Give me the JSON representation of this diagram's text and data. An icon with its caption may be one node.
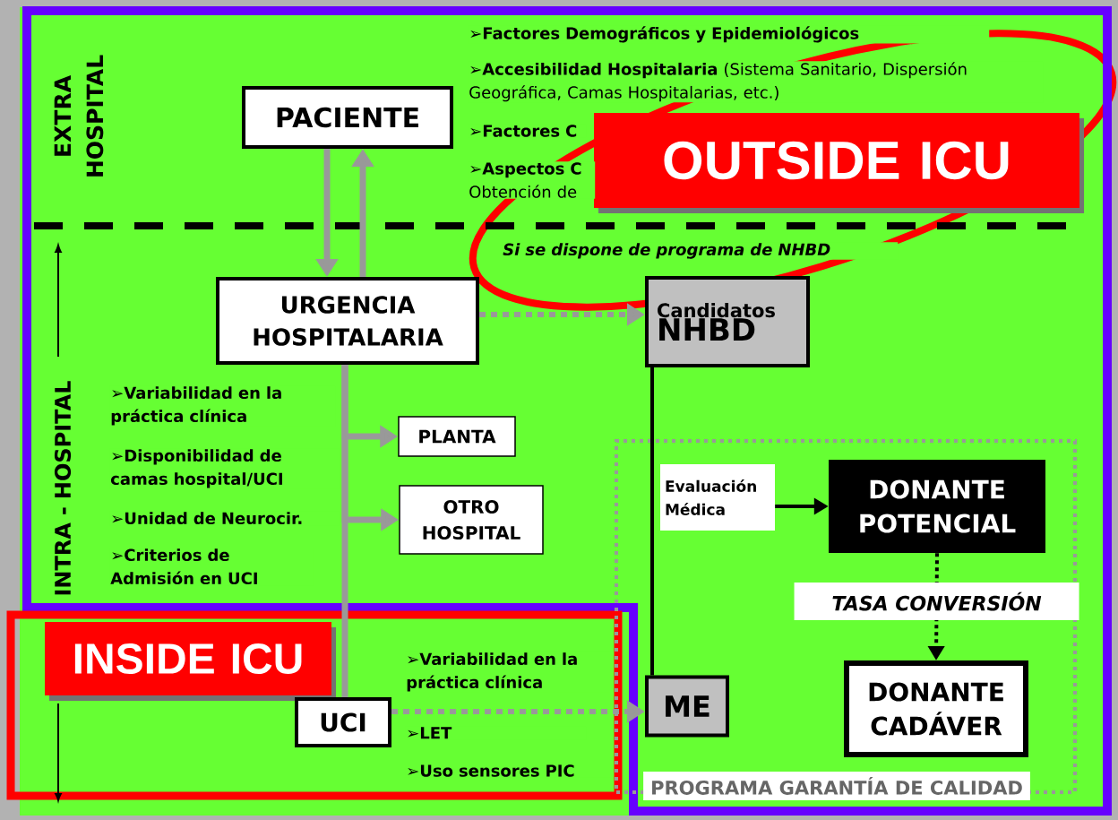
{
  "diagram": {
    "nodes": [
      {
        "text": [
          "PACIENTE"
        ]
      },
      {
        "text": [
          "URGENCIA HOSPITALARIA"
        ]
      },
      {
        "text": [
          "Candidatos",
          "NHBD"
        ]
      },
      {
        "text": [
          "PLANTA"
        ]
      },
      {
        "text": [
          "OTRO HOSPITAL"
        ]
      },
      {
        "text": [
          "OUTSIDE ICU"
        ]
      },
      {
        "text": [
          "PROGRAMA GARANTÍA DE CALIDAD"
        ]
      },
      {
        "text": [
          "Evaluación Médica"
        ],
        "in": 6
      },
      {
        "text": [
          "DONANTE POTENCIAL"
        ],
        "in": 6
      },
      {
        "text": [
          "DONANTE CADÁVER"
        ],
        "in": 6
      },
      {
        "text": [
          "ME"
        ],
        "in": 6
      },
      {
        "text": [
          "INSIDE ICU"
        ]
      },
      {
        "text": [
          "UCI"
        ]
      }
    ],
    "edges": [
      {
        "from": 0,
        "to": 1,
        "arrow": "to"
      },
      {
        "from": 1,
        "to": 0,
        "arrow": "to"
      },
      {
        "from": 1,
        "to": 2,
        "arrow": "to",
        "style": "dashed"
      },
      {
        "from": 1,
        "to": 3,
        "arrow": "to"
      },
      {
        "from": 1,
        "to": 4,
        "arrow": "to"
      },
      {
        "from": 1,
        "to": 12,
        "arrow": "none"
      },
      {
        "from": 12,
        "to": 10,
        "arrow": "to",
        "style": "dashed"
      },
      {
        "from": 2,
        "to": 10,
        "arrow": "none",
        "color": "#000000"
      },
      {
        "from": 7,
        "to": 8,
        "arrow": "to",
        "color": "#000000"
      },
      {
        "from": 8,
        "to": 9,
        "arrow": "to",
        "style": "dashed",
        "color": "#000000",
        "label": "TASA CONVERSIÓN"
      }
    ],
    "labels": [
      "EXTRA HOSPITAL",
      "➢Factores Demográficos y Epidemiológicos",
      "➢**Accesibilidad Hospitalaria** (Sistema Sanitario, Dispersión Geográfica, Camas Hospitalarias, etc.)",
      "➢Factores C",
      "➢**Aspectos C** Obtención de",
      "Si se dispone de programa de NHBD",
      "INTRA - HOSPITAL",
      "➢Variabilidad en la práctica clínica",
      "➢Disponibilidad de camas hospital/UCI",
      "➢Unidad de Neurocir.",
      "➢Criterios de Admisión en UCI",
      "➢Variabilidad en la práctica clínica",
      "➢LET",
      "➢Uso sensores PIC"
    ]
  }
}
